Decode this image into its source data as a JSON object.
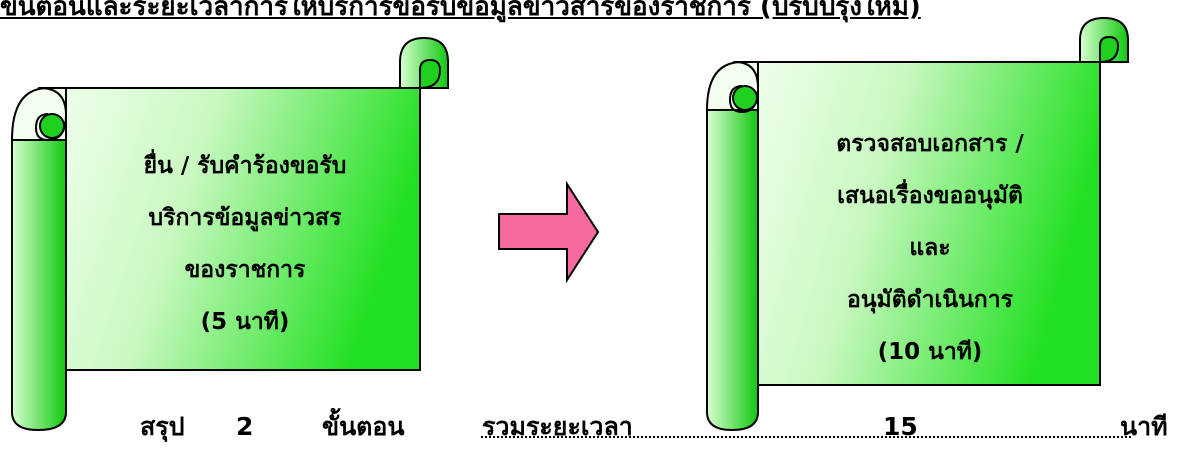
{
  "title": "ขั้นตอนและระยะเวลาการให้บริการขอรับข้อมูลข่าวสารของราชการ (ปรับปรุงใหม่)",
  "steps": [
    {
      "lines": [
        "ยื่น / รับคำร้องขอรับ",
        "บริการข้อมูลข่าวสร",
        "ของราชการ",
        "(5  นาที)"
      ]
    },
    {
      "lines": [
        "ตรวจสอบเอกสาร /",
        "เสนอเรื่องขออนุมัติ",
        "และ",
        "อนุมัติดำเนินการ",
        "(10  นาที)"
      ]
    }
  ],
  "summary": {
    "label": "สรุป",
    "count": "2",
    "steps_word": "ขั้นตอน",
    "total_label": "รวมระยะเวลา",
    "total_value": "15",
    "unit": "นาที"
  },
  "colors": {
    "scroll_light": "#f2fff0",
    "scroll_dark": "#1ee01e",
    "arrow_fill": "#f76aa0",
    "outline": "#000000"
  }
}
